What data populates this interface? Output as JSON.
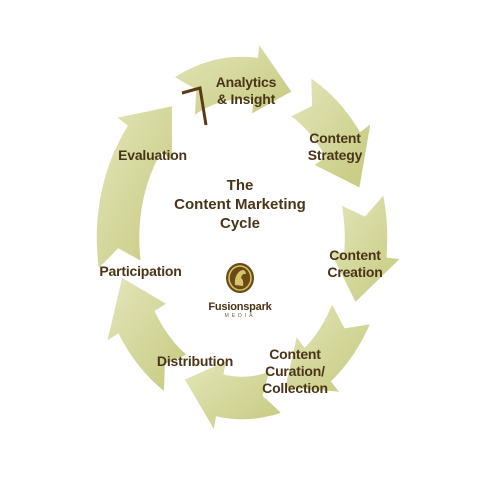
{
  "diagram": {
    "center_title": "The\nContent Marketing\nCycle",
    "stages": [
      {
        "id": "analytics",
        "label": "Analytics\n& Insight"
      },
      {
        "id": "strategy",
        "label": "Content\nStrategy"
      },
      {
        "id": "creation",
        "label": "Content\nCreation"
      },
      {
        "id": "curation",
        "label": "Content\nCuration/\nCollection"
      },
      {
        "id": "distribution",
        "label": "Distribution"
      },
      {
        "id": "participation",
        "label": "Participation"
      },
      {
        "id": "evaluation",
        "label": "Evaluation"
      }
    ],
    "logo": {
      "brand": "Fusionspark",
      "sub": "MEDIA",
      "icon": "fusionspark-logo-icon"
    },
    "colors": {
      "arrow_fill": "#c5c97d",
      "arrow_fill_light": "#e4e6bb",
      "text": "#4a3418",
      "accent_mark": "#5a3a12",
      "logo_bg": "#6b4a15",
      "logo_mark": "#d5c56a"
    },
    "flow_direction": "clockwise"
  }
}
